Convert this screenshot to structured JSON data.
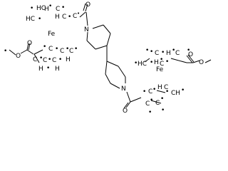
{
  "molecule": {
    "atoms": {
      "N": "N",
      "O": "O",
      "Fe": "Fe",
      "HC": "HC",
      "H": "H",
      "C": "C",
      "CH": "CH",
      "dot": "•"
    }
  }
}
